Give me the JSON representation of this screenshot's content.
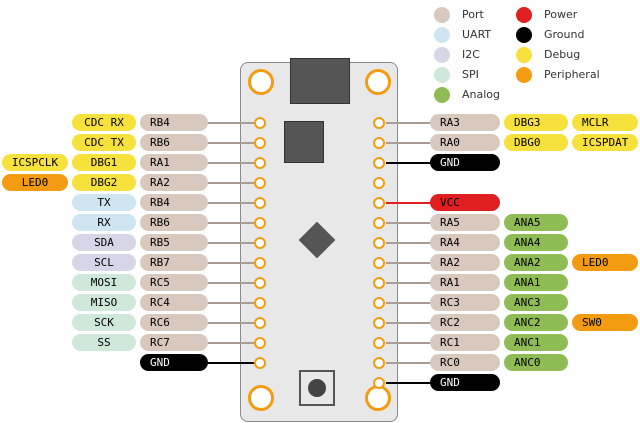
{
  "colors": {
    "Port": "#d8c8bd",
    "UART": "#cfe6f2",
    "I2C": "#d6d6e8",
    "SPI": "#cfe8da",
    "Analog": "#8fbc55",
    "Power": "#e02020",
    "Ground": "#000000",
    "Debug": "#f7e13c",
    "Peripheral": "#f39c12"
  },
  "legend": [
    {
      "label": "Port",
      "color_key": "Port"
    },
    {
      "label": "UART",
      "color_key": "UART"
    },
    {
      "label": "I2C",
      "color_key": "I2C"
    },
    {
      "label": "SPI",
      "color_key": "SPI"
    },
    {
      "label": "Analog",
      "color_key": "Analog"
    },
    {
      "label": "Power",
      "color_key": "Power"
    },
    {
      "label": "Ground",
      "color_key": "Ground"
    },
    {
      "label": "Debug",
      "color_key": "Debug"
    },
    {
      "label": "Peripheral",
      "color_key": "Peripheral"
    }
  ],
  "left_pins": [
    {
      "port": "RB4",
      "funcs": [
        {
          "label": "CDC RX",
          "type": "Debug"
        }
      ]
    },
    {
      "port": "RB6",
      "funcs": [
        {
          "label": "CDC TX",
          "type": "Debug"
        }
      ]
    },
    {
      "port": "RA1",
      "funcs": [
        {
          "label": "DBG1",
          "type": "Debug"
        },
        {
          "label": "ICSPCLK",
          "type": "Debug"
        }
      ]
    },
    {
      "port": "RA2",
      "funcs": [
        {
          "label": "DBG2",
          "type": "Debug"
        },
        {
          "label": "LED0",
          "type": "Peripheral"
        }
      ]
    },
    {
      "port": "RB4",
      "funcs": [
        {
          "label": "TX",
          "type": "UART"
        }
      ]
    },
    {
      "port": "RB6",
      "funcs": [
        {
          "label": "RX",
          "type": "UART"
        }
      ]
    },
    {
      "port": "RB5",
      "funcs": [
        {
          "label": "SDA",
          "type": "I2C"
        }
      ]
    },
    {
      "port": "RB7",
      "funcs": [
        {
          "label": "SCL",
          "type": "I2C"
        }
      ]
    },
    {
      "port": "RC5",
      "funcs": [
        {
          "label": "MOSI",
          "type": "SPI"
        }
      ]
    },
    {
      "port": "RC4",
      "funcs": [
        {
          "label": "MISO",
          "type": "SPI"
        }
      ]
    },
    {
      "port": "RC6",
      "funcs": [
        {
          "label": "SCK",
          "type": "SPI"
        }
      ]
    },
    {
      "port": "RC7",
      "funcs": [
        {
          "label": "SS",
          "type": "SPI"
        }
      ]
    },
    {
      "port": "GND",
      "port_type": "Ground",
      "funcs": []
    }
  ],
  "right_pins": [
    {
      "port": "RA3",
      "funcs": [
        {
          "label": "DBG3",
          "type": "Debug"
        },
        {
          "label": "MCLR",
          "type": "Debug"
        }
      ]
    },
    {
      "port": "RA0",
      "funcs": [
        {
          "label": "DBG0",
          "type": "Debug"
        },
        {
          "label": "ICSPDAT",
          "type": "Debug"
        }
      ]
    },
    {
      "port": "GND",
      "port_type": "Ground",
      "funcs": []
    },
    {
      "port": "",
      "funcs": []
    },
    {
      "port": "VCC",
      "port_type": "Power",
      "funcs": []
    },
    {
      "port": "RA5",
      "funcs": [
        {
          "label": "ANA5",
          "type": "Analog"
        }
      ]
    },
    {
      "port": "RA4",
      "funcs": [
        {
          "label": "ANA4",
          "type": "Analog"
        }
      ]
    },
    {
      "port": "RA2",
      "funcs": [
        {
          "label": "ANA2",
          "type": "Analog"
        },
        {
          "label": "LED0",
          "type": "Peripheral"
        }
      ]
    },
    {
      "port": "RA1",
      "funcs": [
        {
          "label": "ANA1",
          "type": "Analog"
        }
      ]
    },
    {
      "port": "RC3",
      "funcs": [
        {
          "label": "ANC3",
          "type": "Analog"
        }
      ]
    },
    {
      "port": "RC2",
      "funcs": [
        {
          "label": "ANC2",
          "type": "Analog"
        },
        {
          "label": "SW0",
          "type": "Peripheral"
        }
      ]
    },
    {
      "port": "RC1",
      "funcs": [
        {
          "label": "ANC1",
          "type": "Analog"
        }
      ]
    },
    {
      "port": "RC0",
      "funcs": [
        {
          "label": "ANC0",
          "type": "Analog"
        }
      ]
    },
    {
      "port": "GND",
      "port_type": "Ground",
      "funcs": []
    }
  ]
}
